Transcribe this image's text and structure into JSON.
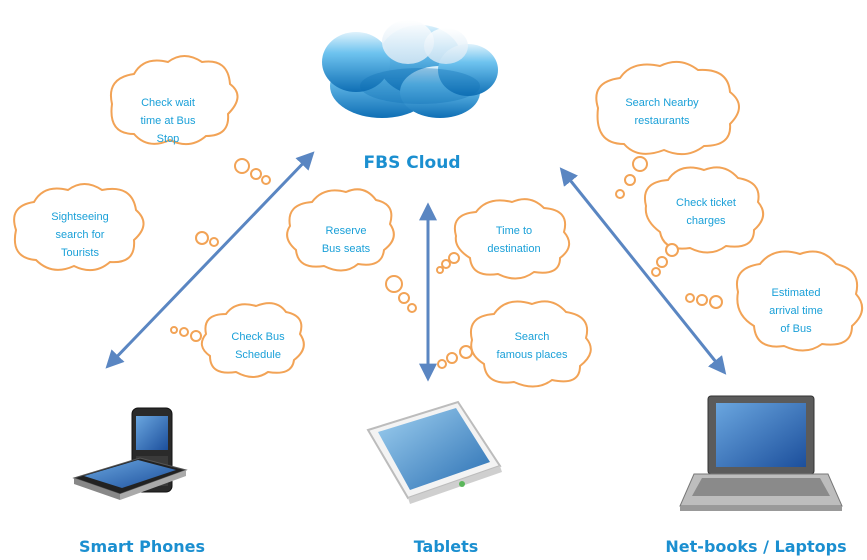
{
  "hub": {
    "title": "FBS Cloud",
    "icon": "cloud-icon"
  },
  "devices": {
    "phones": {
      "label": "Smart Phones",
      "icon": "smartphone-icon"
    },
    "tablets": {
      "label": "Tablets",
      "icon": "tablet-icon"
    },
    "laptops": {
      "label": "Net-books / Laptops",
      "icon": "laptop-icon"
    }
  },
  "bubbles": {
    "wait_time": [
      "Check wait",
      "time at Bus",
      "Stop"
    ],
    "sightseeing": [
      "Sightseeing",
      "search for",
      "Tourists"
    ],
    "schedule": [
      "Check Bus",
      "Schedule"
    ],
    "reserve": [
      "Reserve",
      "Bus seats"
    ],
    "time_dest": [
      "Time to",
      "destination"
    ],
    "famous": [
      "Search",
      "famous places"
    ],
    "restaurants": [
      "Search Nearby",
      "restaurants"
    ],
    "ticket": [
      "Check ticket",
      "charges"
    ],
    "arrival": [
      "Estimated",
      "arrival time",
      "of Bus"
    ]
  },
  "colors": {
    "bubble_stroke": "#f2a356",
    "bubble_text": "#1aa0d8",
    "arrow": "#5a86c2",
    "title": "#1b8fd0",
    "cloud_light": "#6ec3ef",
    "cloud_dark": "#0f6fb5"
  }
}
